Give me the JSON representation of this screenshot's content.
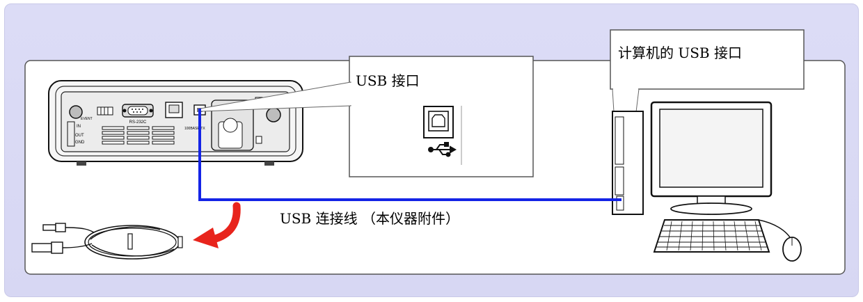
{
  "labels": {
    "usb_port_callout": "USB 接口",
    "computer_usb_port_callout": "计算机的 USB 接口",
    "usb_cable_caption": "USB 连接线 （本仪器附件）"
  },
  "panel_markings": {
    "rs232c": "RS-232C",
    "event": "EVENT",
    "in": "IN",
    "out": "OUT",
    "gnd": "GND",
    "lan": "100BASE-TX"
  },
  "colors": {
    "background": "#d9d9f4",
    "cable": "#1424e6",
    "arrow": "#e8241c"
  }
}
